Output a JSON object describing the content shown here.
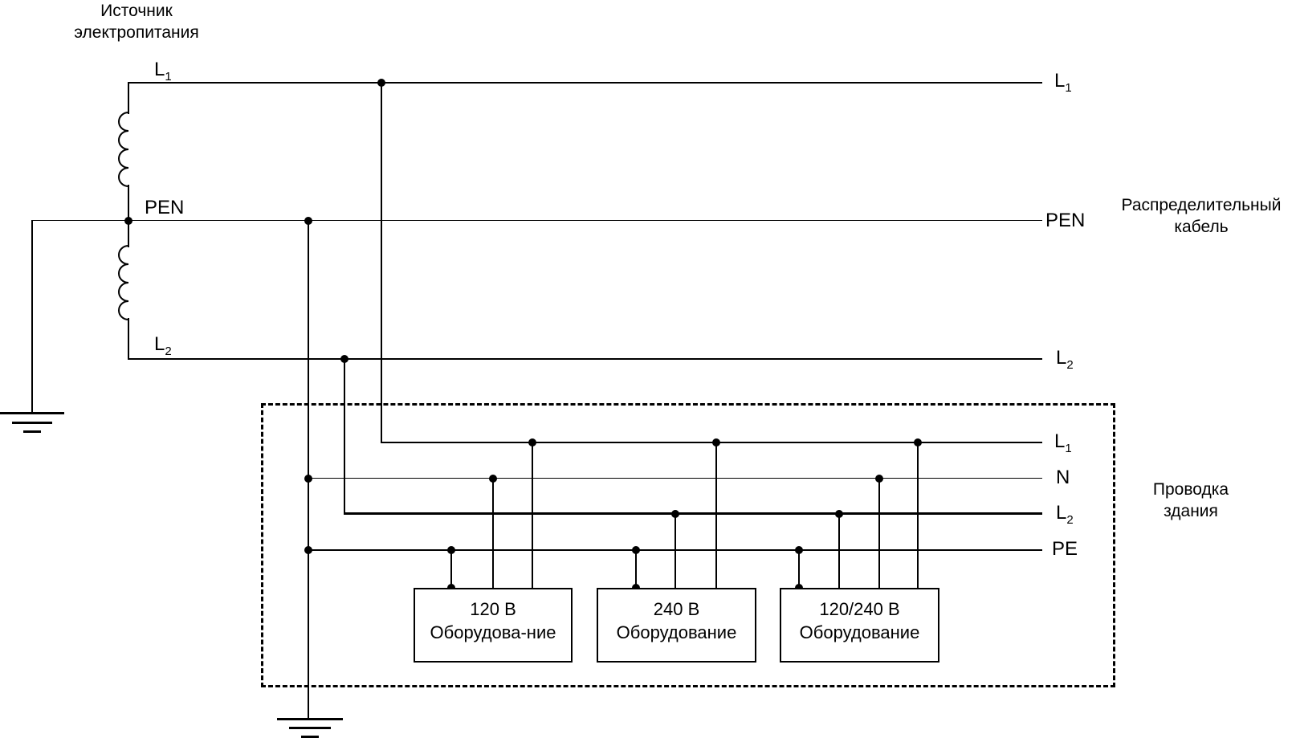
{
  "title": {
    "line1": "Источник",
    "line2": "электропитания"
  },
  "labels": {
    "l1_left": {
      "base": "L",
      "sub": "1"
    },
    "pen_left": "PEN",
    "l2_left": {
      "base": "L",
      "sub": "2"
    },
    "l1_right": {
      "base": "L",
      "sub": "1"
    },
    "pen_right": "PEN",
    "l2_right": {
      "base": "L",
      "sub": "2"
    },
    "bld_l1": {
      "base": "L",
      "sub": "1"
    },
    "bld_n": "N",
    "bld_l2": {
      "base": "L",
      "sub": "2"
    },
    "bld_pe": "PE"
  },
  "distribution_cable_label": {
    "line1": "Распределительный",
    "line2": "кабель"
  },
  "building_label": {
    "line1": "Проводка",
    "line2": "здания"
  },
  "equipment": [
    {
      "voltage": "120 В",
      "name": "Оборудова-ние"
    },
    {
      "voltage": "240 В",
      "name": "Оборудование"
    },
    {
      "voltage": "120/240 В",
      "name": "Оборудование"
    }
  ],
  "colors": {
    "wire": "#000000",
    "background": "#ffffff"
  }
}
